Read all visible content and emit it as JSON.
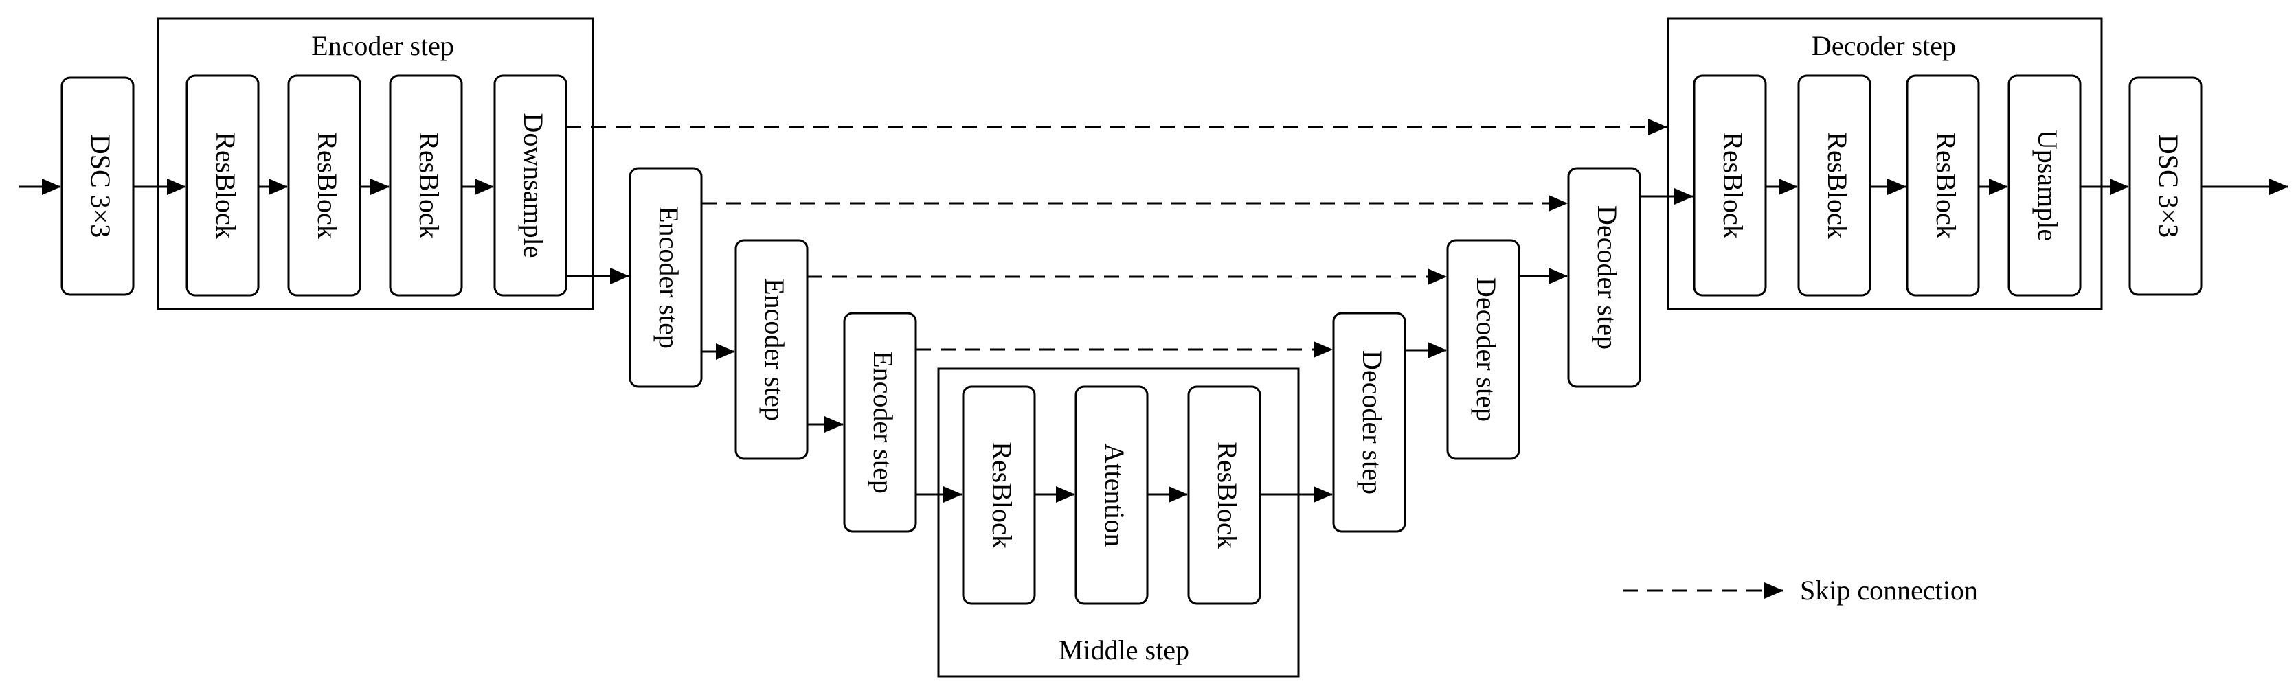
{
  "groups": {
    "encoder_step_title": "Encoder step",
    "decoder_step_title": "Decoder step",
    "middle_step_title": "Middle step"
  },
  "blocks": {
    "dsc_in": "DSC 3×3",
    "enc_resblock_1": "ResBlock",
    "enc_resblock_2": "ResBlock",
    "enc_resblock_3": "ResBlock",
    "enc_downsample": "Downsample",
    "encoder_step_1": "Encoder step",
    "encoder_step_2": "Encoder step",
    "encoder_step_3": "Encoder step",
    "mid_resblock_1": "ResBlock",
    "mid_attention": "Attention",
    "mid_resblock_2": "ResBlock",
    "decoder_step_1": "Decoder step",
    "decoder_step_2": "Decoder step",
    "decoder_step_3": "Decoder step",
    "dec_resblock_1": "ResBlock",
    "dec_resblock_2": "ResBlock",
    "dec_resblock_3": "ResBlock",
    "dec_upsample": "Upsample",
    "dsc_out": "DSC 3×3"
  },
  "legend": {
    "skip_connection_label": "Skip connection"
  }
}
